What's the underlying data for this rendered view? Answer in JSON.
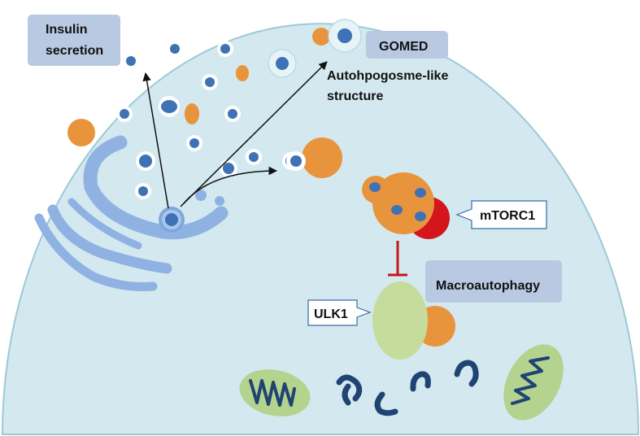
{
  "labels": {
    "insulin_line1": "Insulin",
    "insulin_line2": "secretion",
    "gomed": "GOMED",
    "autophagosome_line1": "Autohpogosme-like",
    "autophagosome_line2": "structure",
    "mtorc1": "mTORC1",
    "macroautophagy": "Macroautophagy",
    "ulk1": "ULK1"
  },
  "colors": {
    "cell_fill": "#d3e9ef",
    "cell_stroke": "#9ec9d6",
    "golgi": "#8fb2e2",
    "granule_core": "#3f72b5",
    "granule_halo": "#ffffff",
    "lysosome": "#e8943c",
    "mtorc1": "#d4151b",
    "ulk1": "#c6dc9c",
    "mito_fill": "#b3d38e",
    "mito_crista": "#1f4373",
    "damaged_mito": "#1f4373",
    "label_box": "#b9c9e2",
    "callout_stroke": "#3a6aa8",
    "inhibit": "#c0161c",
    "arrow": "#111111"
  },
  "icons": [
    "golgi-apparatus-icon",
    "insulin-granule-icon",
    "lysosome-icon",
    "mitochondrion-icon",
    "mtorc1-complex-icon",
    "ulk1-complex-icon"
  ]
}
